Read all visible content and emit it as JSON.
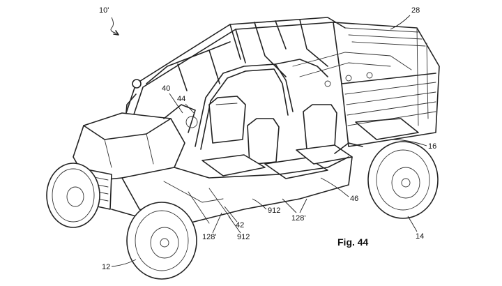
{
  "figure": {
    "caption": "Fig. 44",
    "reference_numerals": {
      "vehicle": "10'",
      "cargo_box": "28",
      "seat_left": "40",
      "seat_back": "44",
      "frame": "16",
      "mid_seat": "46",
      "floor_left": "128'",
      "floor_right": "128'",
      "step": "912",
      "frame_lower": "42",
      "rear_wheel": "14",
      "front_wheel": "12",
      "sill": "912"
    }
  }
}
